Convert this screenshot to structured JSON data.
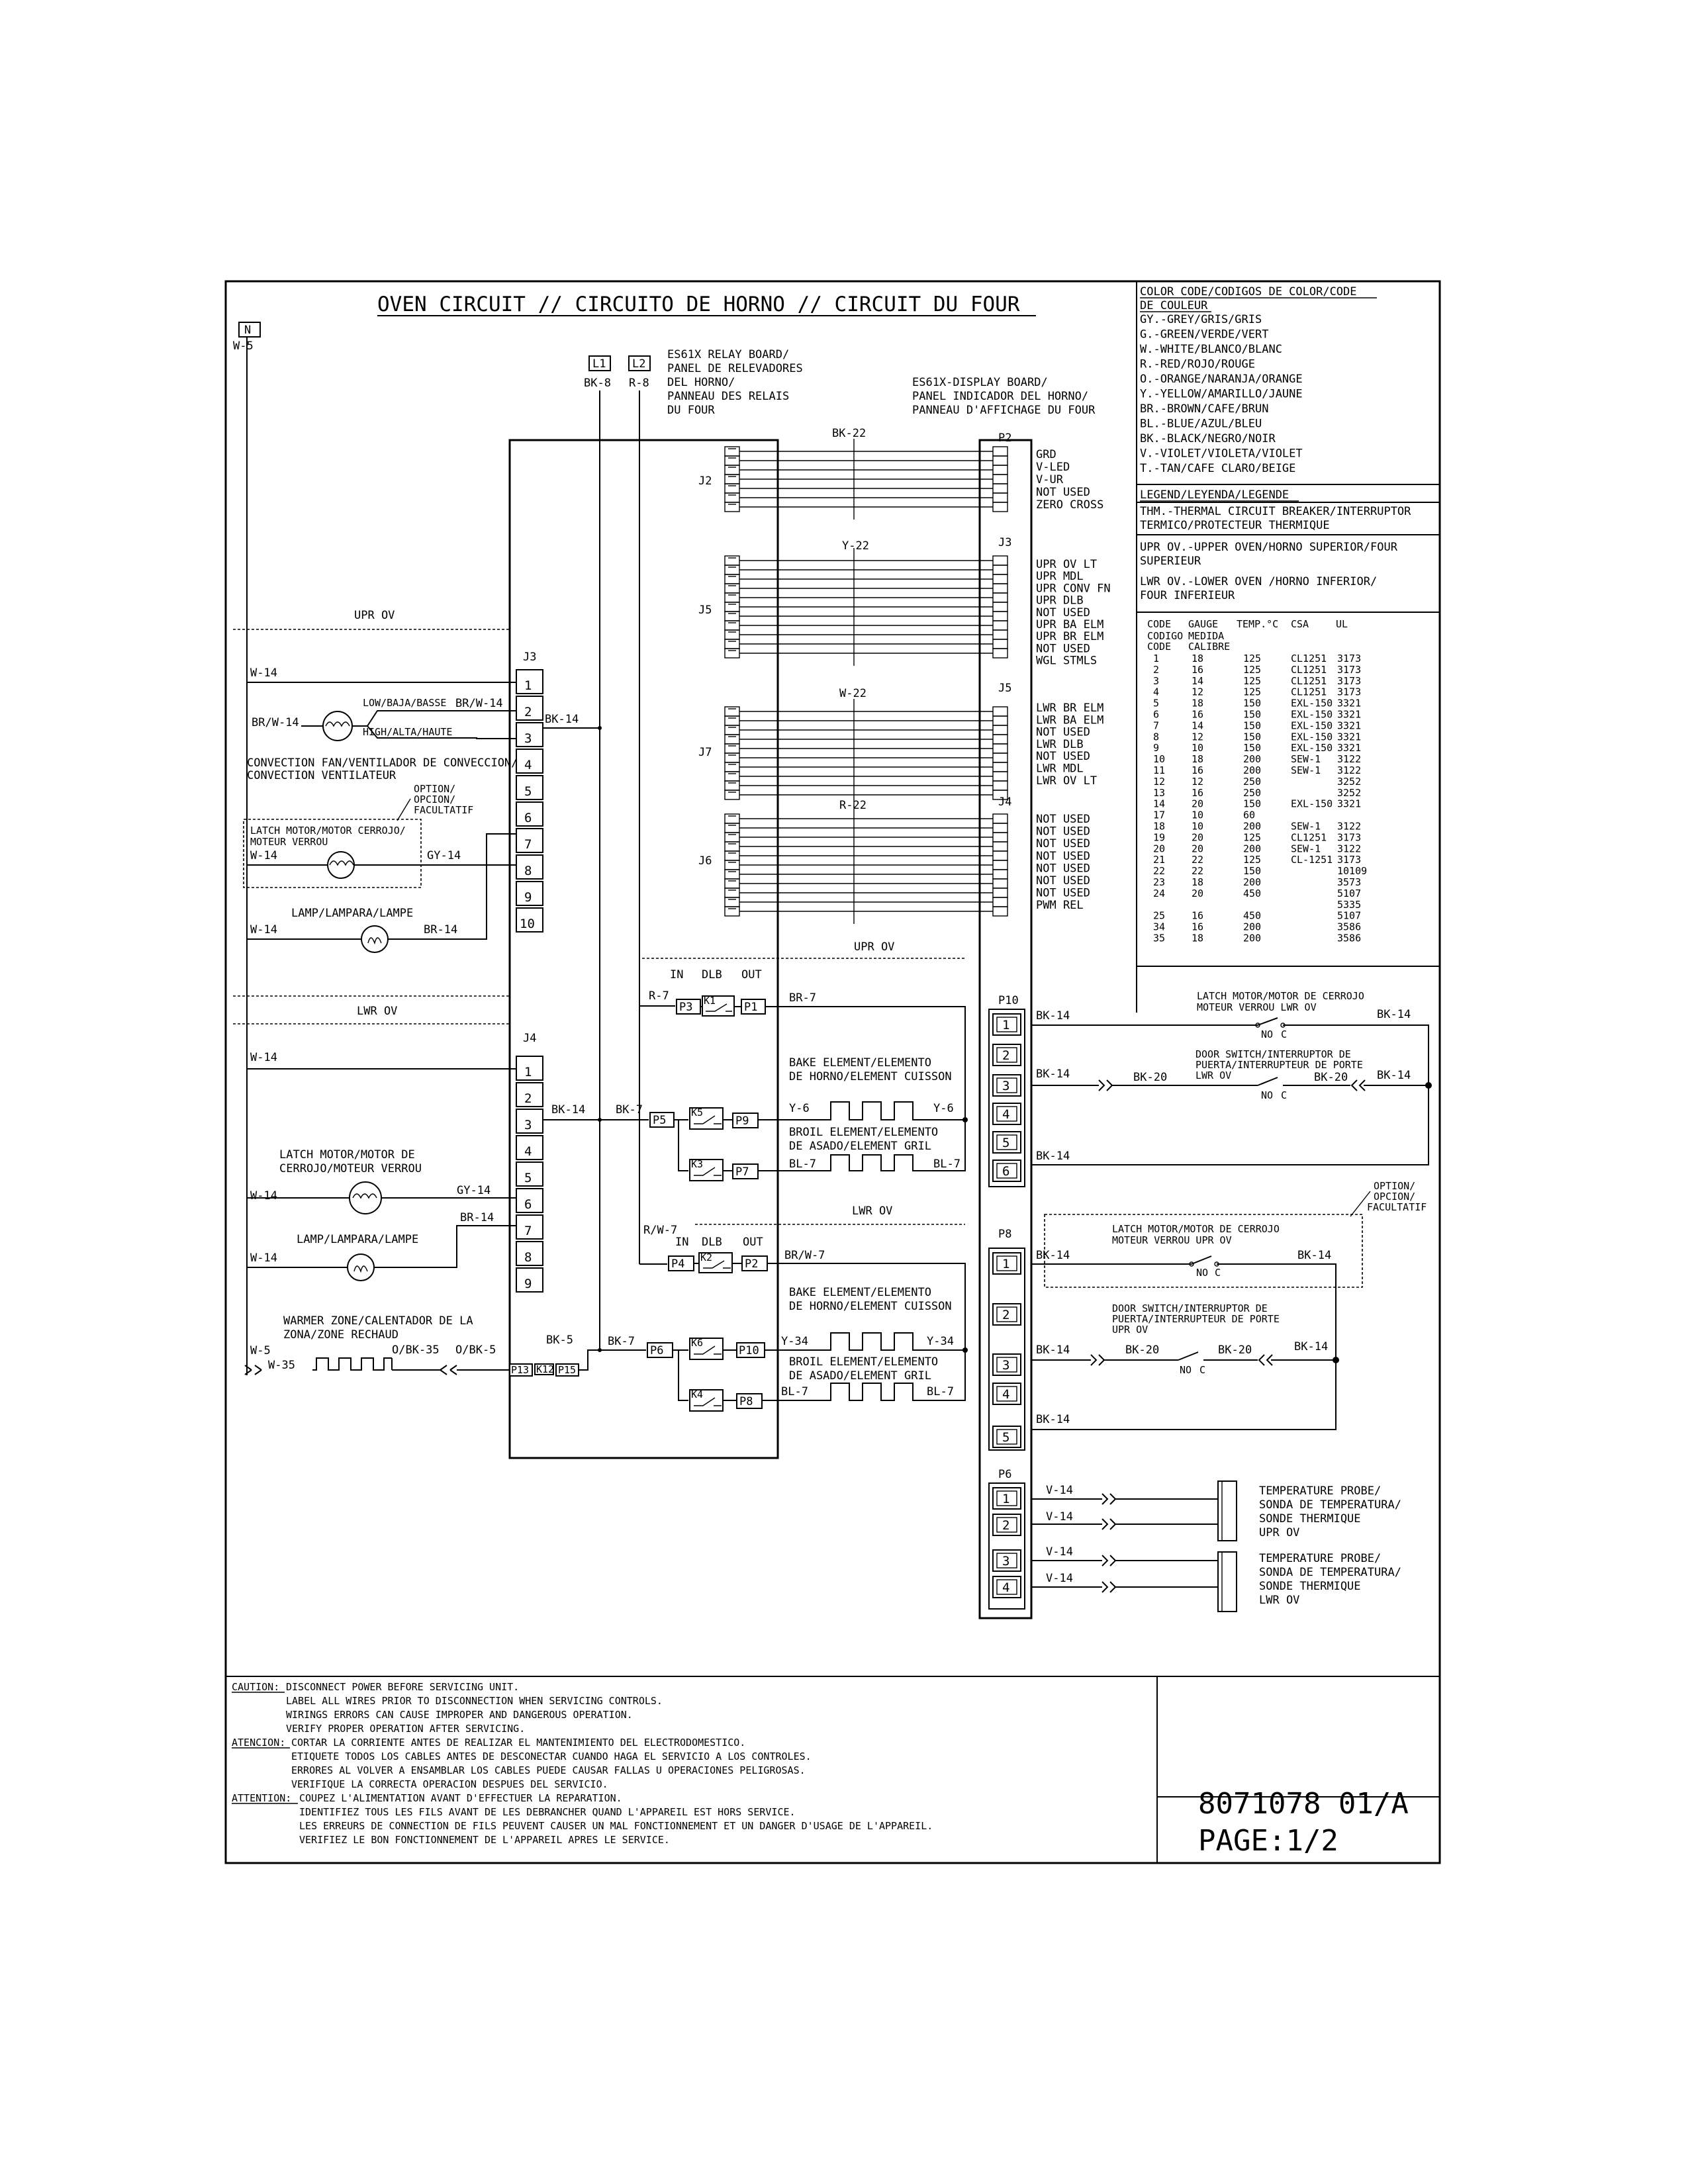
{
  "title": "OVEN CIRCUIT // CIRCUITO DE HORNO // CIRCUIT DU FOUR",
  "terminals": {
    "n": "N",
    "l1": "L1",
    "l2": "L2"
  },
  "wires": {
    "w5": "W-5",
    "bk8": "BK-8",
    "r8": "R-8",
    "bk22": "BK-22",
    "y22": "Y-22",
    "w22": "W-22",
    "r22": "R-22",
    "w14": "W-14",
    "brw14": "BR/W-14",
    "bk14": "BK-14",
    "gy14": "GY-14",
    "br14": "BR-14",
    "r7": "R-7",
    "br7": "BR-7",
    "bk7": "BK-7",
    "y6": "Y-6",
    "bl7": "BL-7",
    "rw7": "R/W-7",
    "brw7": "BR/W-7",
    "y34": "Y-34",
    "bk5": "BK-5",
    "w35": "W-35",
    "obk35": "O/BK-35",
    "obk5": "O/BK-5",
    "bk20": "BK-20",
    "v14": "V-14"
  },
  "relay_board": [
    "ES61X RELAY BOARD/",
    "PANEL DE RELEVADORES",
    "DEL HORNO/",
    "PANNEAU DES RELAIS",
    "DU FOUR"
  ],
  "display_board": [
    "ES61X-DISPLAY BOARD/",
    "PANEL INDICADOR DEL HORNO/",
    "PANNEAU D'AFFICHAGE DU FOUR"
  ],
  "connectors": {
    "j2": "J2",
    "j5": "J5",
    "j7": "J7",
    "j6": "J6",
    "p2": "P2",
    "j3d": "J3",
    "j5d": "J5",
    "j4d": "J4",
    "j3": "J3",
    "j4": "J4",
    "p10": "P10",
    "p8": "P8",
    "p6": "P6"
  },
  "p2_labels": [
    "GRD",
    "V-LED",
    "V-UR",
    "NOT USED",
    "ZERO CROSS"
  ],
  "j3_labels": [
    "UPR OV LT",
    "UPR MDL",
    "UPR CONV FN",
    "UPR DLB",
    "NOT USED",
    "UPR BA ELM",
    "UPR BR ELM",
    "NOT USED",
    "WGL STMLS"
  ],
  "j5_labels": [
    "LWR BR ELM",
    "LWR BA ELM",
    "NOT USED",
    "LWR DLB",
    "NOT USED",
    "LWR MDL",
    "LWR OV LT"
  ],
  "j4_labels": [
    "NOT USED",
    "NOT USED",
    "NOT USED",
    "NOT USED",
    "NOT USED",
    "NOT USED",
    "NOT USED",
    "PWM REL"
  ],
  "sections": {
    "upr_ov": "UPR OV",
    "lwr_ov": "LWR OV",
    "upr_ov2": "UPR OV",
    "lwr_ov2": "LWR OV"
  },
  "pin_numbers": [
    "1",
    "2",
    "3",
    "4",
    "5",
    "6",
    "7",
    "8",
    "9",
    "10"
  ],
  "upper_components": {
    "fan_speed_low": "LOW/BAJA/BASSE",
    "fan_speed_high": "HIGH/ALTA/HAUTE",
    "fan_1": "CONVECTION FAN/VENTILADOR DE CONVECCION/",
    "fan_2": "CONVECTION VENTILATEUR",
    "opt_1": "OPTION/",
    "opt_2": "OPCION/",
    "opt_3": "FACULTATIF",
    "latch_1": "LATCH MOTOR/MOTOR CERROJO/",
    "latch_2": "MOTEUR VERROU",
    "lamp": "LAMP/LAMPARA/LAMPE"
  },
  "lower_components": {
    "latch_1": "LATCH MOTOR/MOTOR DE",
    "latch_2": "CERROJO/MOTEUR VERROU",
    "lamp": "LAMP/LAMPARA/LAMPE",
    "warmer_1": "WARMER ZONE/CALENTADOR DE LA",
    "warmer_2": "ZONA/ZONE RECHAUD"
  },
  "relays": {
    "in": "IN",
    "dlb": "DLB",
    "out": "OUT",
    "p1": "P1",
    "p3": "P3",
    "p5": "P5",
    "p9": "P9",
    "p7": "P7",
    "p4": "P4",
    "p2": "P2",
    "p6": "P6",
    "p10": "P10",
    "p8": "P8",
    "p13": "P13",
    "p15": "P15",
    "k1": "K1",
    "k2": "K2",
    "k3": "K3",
    "k4": "K4",
    "k5": "K5",
    "k6": "K6",
    "k12": "K12"
  },
  "elements": {
    "bake_1": "BAKE ELEMENT/ELEMENTO",
    "bake_2": "DE HORNO/ELEMENT CUISSON",
    "broil_1": "BROIL ELEMENT/ELEMENTO",
    "broil_2": "DE ASADO/ELEMENT GRIL"
  },
  "right_side": {
    "latch_lwr_1": "LATCH MOTOR/MOTOR DE CERROJO",
    "latch_lwr_2": "MOTEUR VERROU LWR OV",
    "no": "NO",
    "c": "C",
    "door_lwr_1": "DOOR SWITCH/INTERRUPTOR DE",
    "door_lwr_2": "PUERTA/INTERRUPTEUR DE PORTE",
    "door_lwr_3": "LWR OV",
    "latch_upr_1": "LATCH MOTOR/MOTOR DE CERROJO",
    "latch_upr_2": "MOTEUR VERROU UPR OV",
    "door_upr_1": "DOOR SWITCH/INTERRUPTOR DE",
    "door_upr_2": "PUERTA/INTERRUPTEUR DE PORTE",
    "door_upr_3": "UPR OV",
    "probe_upr": [
      "TEMPERATURE PROBE/",
      "SONDA DE TEMPERATURA/",
      "SONDE THERMIQUE",
      "UPR OV"
    ],
    "probe_lwr": [
      "TEMPERATURE PROBE/",
      "SONDA DE TEMPERATURA/",
      "SONDE THERMIQUE",
      "LWR OV"
    ],
    "opt_1": "OPTION/",
    "opt_2": "OPCION/",
    "opt_3": "FACULTATIF"
  },
  "color_code": {
    "header_1": "COLOR CODE/CODIGOS DE COLOR/CODE",
    "header_2": "DE COULEUR",
    "items": [
      "GY.-GREY/GRIS/GRIS",
      "G.-GREEN/VERDE/VERT",
      "W.-WHITE/BLANCO/BLANC",
      "R.-RED/ROJO/ROUGE",
      "O.-ORANGE/NARANJA/ORANGE",
      "Y.-YELLOW/AMARILLO/JAUNE",
      "BR.-BROWN/CAFE/BRUN",
      "BL.-BLUE/AZUL/BLEU",
      "BK.-BLACK/NEGRO/NOIR",
      "V.-VIOLET/VIOLETA/VIOLET",
      "T.-TAN/CAFE CLARO/BEIGE"
    ]
  },
  "legend": {
    "header": "LEGEND/LEYENDA/LEGENDE",
    "lines": [
      "THM.-THERMAL CIRCUIT BREAKER/INTERRUPTOR",
      "TERMICO/PROTECTEUR THERMIQUE",
      "UPR OV.-UPPER OVEN/HORNO SUPERIOR/FOUR",
      "     SUPERIEUR",
      "LWR OV.-LOWER OVEN /HORNO INFERIOR/",
      "      FOUR INFERIEUR"
    ]
  },
  "gauge_table": {
    "headers": [
      "CODE",
      "GAUGE",
      "TEMP.°C",
      "CSA",
      "UL"
    ],
    "subheaders": [
      "CODIGO",
      "MEDIDA",
      "CODE",
      "CALIBRE"
    ],
    "rows": [
      [
        "1",
        "18",
        "125",
        "CL1251",
        "3173"
      ],
      [
        "2",
        "16",
        "125",
        "CL1251",
        "3173"
      ],
      [
        "3",
        "14",
        "125",
        "CL1251",
        "3173"
      ],
      [
        "4",
        "12",
        "125",
        "CL1251",
        "3173"
      ],
      [
        "5",
        "18",
        "150",
        "EXL-150",
        "3321"
      ],
      [
        "6",
        "16",
        "150",
        "EXL-150",
        "3321"
      ],
      [
        "7",
        "14",
        "150",
        "EXL-150",
        "3321"
      ],
      [
        "8",
        "12",
        "150",
        "EXL-150",
        "3321"
      ],
      [
        "9",
        "10",
        "150",
        "EXL-150",
        "3321"
      ],
      [
        "10",
        "18",
        "200",
        "SEW-1",
        "3122"
      ],
      [
        "11",
        "16",
        "200",
        "SEW-1",
        "3122"
      ],
      [
        "12",
        "12",
        "250",
        "",
        "3252"
      ],
      [
        "13",
        "16",
        "250",
        "",
        "3252"
      ],
      [
        "14",
        "20",
        "150",
        "EXL-150",
        "3321"
      ],
      [
        "17",
        "10",
        "60",
        "",
        ""
      ],
      [
        "18",
        "10",
        "200",
        "SEW-1",
        "3122"
      ],
      [
        "19",
        "20",
        "125",
        "CL1251",
        "3173"
      ],
      [
        "20",
        "20",
        "200",
        "SEW-1",
        "3122"
      ],
      [
        "21",
        "22",
        "125",
        "CL-1251",
        "3173"
      ],
      [
        "22",
        "22",
        "150",
        "",
        "10109"
      ],
      [
        "23",
        "18",
        "200",
        "",
        "3573"
      ],
      [
        "24",
        "20",
        "450",
        "",
        "5107"
      ],
      [
        "",
        "",
        "",
        "",
        "5335"
      ],
      [
        "25",
        "16",
        "450",
        "",
        "5107"
      ],
      [
        "34",
        "16",
        "200",
        "",
        "3586"
      ],
      [
        "35",
        "18",
        "200",
        "",
        "3586"
      ]
    ]
  },
  "caution": {
    "labels": [
      "CAUTION:",
      "ATENCION:",
      "ATTENTION:"
    ],
    "en": [
      "DISCONNECT POWER BEFORE SERVICING UNIT.",
      "LABEL ALL WIRES PRIOR TO DISCONNECTION WHEN SERVICING CONTROLS.",
      "WIRINGS ERRORS CAN CAUSE IMPROPER AND DANGEROUS OPERATION.",
      "VERIFY PROPER OPERATION AFTER SERVICING."
    ],
    "es": [
      "CORTAR LA CORRIENTE ANTES DE REALIZAR EL MANTENIMIENTO DEL ELECTRODOMESTICO.",
      "ETIQUETE TODOS LOS CABLES ANTES DE DESCONECTAR CUANDO HAGA EL SERVICIO A LOS CONTROLES.",
      "ERRORES AL VOLVER A ENSAMBLAR LOS CABLES PUEDE CAUSAR FALLAS U OPERACIONES PELIGROSAS.",
      "VERIFIQUE LA CORRECTA OPERACION DESPUES DEL SERVICIO."
    ],
    "fr": [
      "COUPEZ L'ALIMENTATION AVANT D'EFFECTUER LA REPARATION.",
      "IDENTIFIEZ TOUS LES FILS AVANT DE LES DEBRANCHER QUAND L'APPAREIL EST HORS SERVICE.",
      "LES ERREURS DE CONNECTION DE FILS PEUVENT CAUSER UN MAL FONCTIONNEMENT ET UN DANGER D'USAGE DE L'APPAREIL.",
      "VERIFIEZ LE BON FONCTIONNEMENT DE L'APPAREIL APRES LE SERVICE."
    ]
  },
  "doc_number": "8071078 01/A",
  "page": "PAGE:1/2"
}
